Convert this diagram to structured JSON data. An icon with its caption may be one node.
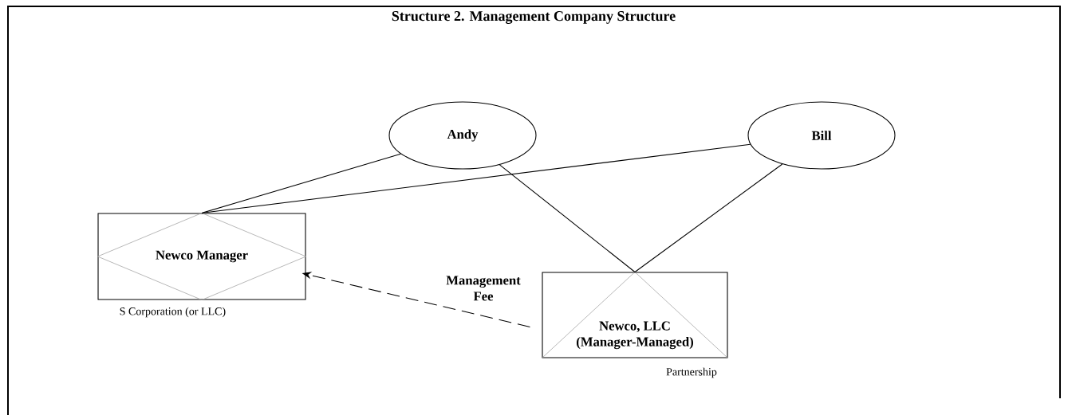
{
  "diagram": {
    "title": "Structure 2. Management Company Structure",
    "nodes": [
      {
        "text": [
          "Andy"
        ]
      },
      {
        "text": [
          "Bill"
        ]
      },
      {
        "text": [
          "Newco Manager"
        ],
        "beside": [
          "S Corporation (or LLC)"
        ]
      },
      {
        "text": [
          "Newco, LLC (Manager-Managed)"
        ],
        "beside": [
          "Partnership"
        ]
      }
    ],
    "edges": [
      {
        "from": 0,
        "to": 2,
        "arrow": "none"
      },
      {
        "from": 1,
        "to": 2,
        "arrow": "none"
      },
      {
        "from": 0,
        "to": 3,
        "arrow": "none"
      },
      {
        "from": 1,
        "to": 3,
        "arrow": "none"
      },
      {
        "from": 3,
        "to": 2,
        "arrow": "to",
        "style": "dashed",
        "label": "Management Fee"
      }
    ]
  }
}
